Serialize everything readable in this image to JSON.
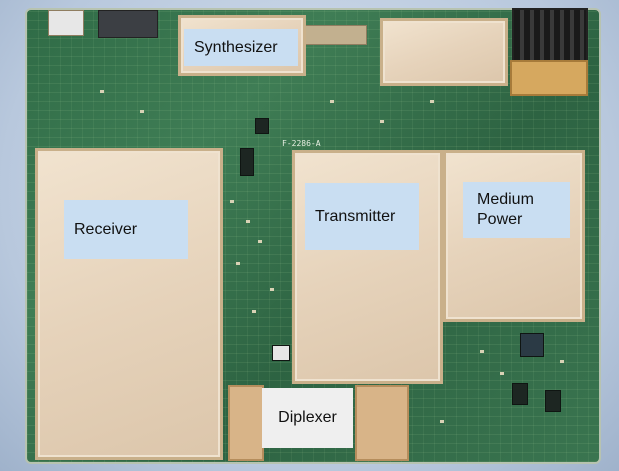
{
  "labels": {
    "synthesizer": "Synthesizer",
    "receiver": "Receiver",
    "transmitter": "Transmitter",
    "medium_power_line1": "Medium",
    "medium_power_line2": "Power",
    "diplexer": "Diplexer"
  },
  "board_texts": {
    "part_number": "F-2286-A"
  }
}
